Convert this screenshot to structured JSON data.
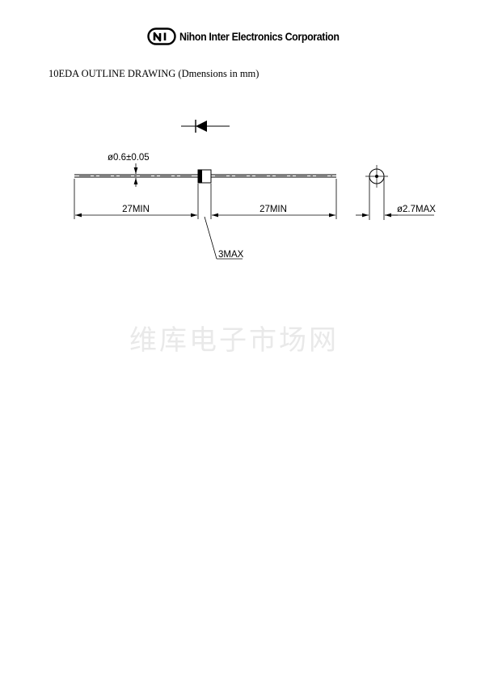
{
  "header": {
    "logo_text": "NI",
    "company_name": "Nihon Inter Electronics Corporation"
  },
  "document": {
    "title": "10EDA OUTLINE DRAWING (Dmensions in mm)"
  },
  "drawing": {
    "lead_diameter": "ø0.6±0.05",
    "lead_length_left": "27MIN",
    "lead_length_right": "27MIN",
    "body_length": "3MAX",
    "body_diameter": "ø2.7MAX"
  },
  "watermark": {
    "text": "维库电子市场网"
  }
}
